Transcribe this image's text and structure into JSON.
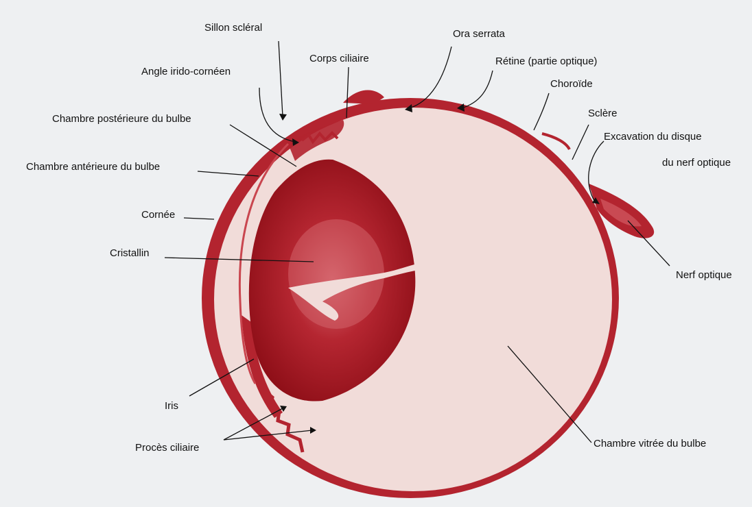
{
  "colors": {
    "background": "#eef0f2",
    "tissue": "#f1dcd9",
    "sclera": "#b3242f",
    "lens": "#a5161f",
    "lens_core": "#cf5a63",
    "label_text": "#111111",
    "leader": "#111111"
  },
  "labels": {
    "sillon_scleral": "Sillon scléral",
    "angle_irido_corneen": "Angle irido-cornéen",
    "corps_ciliaire": "Corps ciliaire",
    "ora_serrata": "Ora serrata",
    "retine": "Rétine (partie optique)",
    "choroide": "Choroïde",
    "sclere": "Sclère",
    "excavation_line1": "Excavation du disque",
    "excavation_line2": "du nerf optique",
    "chambre_posterieure": "Chambre postérieure du bulbe",
    "chambre_anterieure": "Chambre antérieure du bulbe",
    "cornee": "Cornée",
    "cristallin": "Cristallin",
    "nerf_optique": "Nerf optique",
    "iris": "Iris",
    "proces_ciliaire": "Procès ciliaire",
    "chambre_vitree": "Chambre vitrée du bulbe"
  }
}
